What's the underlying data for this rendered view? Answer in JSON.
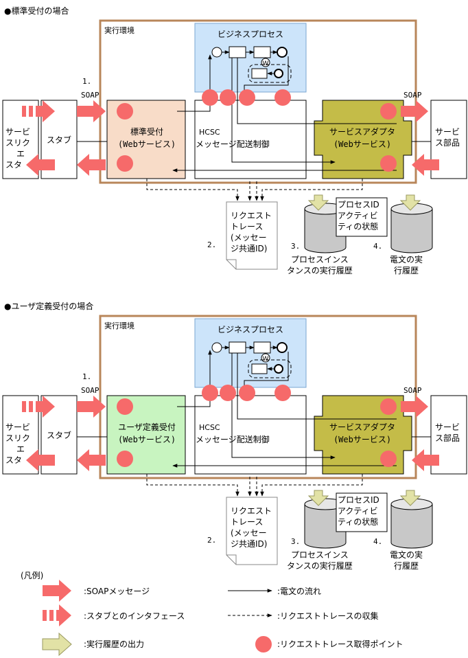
{
  "sections": [
    {
      "title": "●標準受付の場合",
      "env_label": "実行環境",
      "business_process": "ビジネスプロセス",
      "client": "サービスリクエスタ",
      "stub": "スタブ",
      "receiver": {
        "line1": "標準受付",
        "line2": "(Webサービス)",
        "fill": "#f8dcc8"
      },
      "hcsc": {
        "line1": "HCSC",
        "line2": "メッセージ配送制御"
      },
      "adapter": {
        "line1": "サービスアダプタ",
        "line2": "(Webサービス)"
      },
      "service_component": "サービス部品",
      "soap_left": "SOAP",
      "soap_right": "SOAP",
      "num1": "1.",
      "num2": "2.",
      "num3": "3.",
      "num4": "4.",
      "request_trace": [
        "リクエスト",
        "トレース",
        "(メッセー",
        "ジ共通ID)"
      ],
      "process_instance": [
        "プロセスインス",
        "タンスの実行履歴"
      ],
      "process_id_note": [
        "プロセスID",
        "アクティビ",
        "ティの状態"
      ],
      "telegram": [
        "電文の実",
        "行履歴"
      ]
    },
    {
      "title": "●ユーザ定義受付の場合",
      "env_label": "実行環境",
      "business_process": "ビジネスプロセス",
      "client": "サービスリクエスタ",
      "stub": "スタブ",
      "receiver": {
        "line1": "ユーザ定義受付",
        "line2": "(Webサービス)",
        "fill": "#c8f4c0"
      },
      "hcsc": {
        "line1": "HCSC",
        "line2": "メッセージ配送制御"
      },
      "adapter": {
        "line1": "サービスアダプタ",
        "line2": "(Webサービス)"
      },
      "service_component": "サービス部品",
      "soap_left": "SOAP",
      "soap_right": "SOAP",
      "num1": "1.",
      "num2": "2.",
      "num3": "3.",
      "num4": "4.",
      "request_trace": [
        "リクエスト",
        "トレース",
        "(メッセー",
        "ジ共通ID)"
      ],
      "process_instance": [
        "プロセスインス",
        "タンスの実行履歴"
      ],
      "process_id_note": [
        "プロセスID",
        "アクティビ",
        "ティの状態"
      ],
      "telegram": [
        "電文の実",
        "行履歴"
      ]
    }
  ],
  "legend": {
    "title": "(凡例)",
    "soap_message": ":SOAPメッセージ",
    "stub_interface": ":スタブとのインタフェース",
    "exec_history_output": ":実行履歴の出力",
    "telegram_flow": ":電文の流れ",
    "trace_collection": ":リクエストトレースの収集",
    "trace_point": ":リクエストトレース取得ポイント"
  },
  "colors": {
    "env_border": "#b8865a",
    "bp_fill": "#cce4fa",
    "adapter_fill": "#c4bc48",
    "pink": "#f66a6a",
    "output_arrow": "#e2e2a6",
    "cylinder": "#c8c8c8"
  }
}
